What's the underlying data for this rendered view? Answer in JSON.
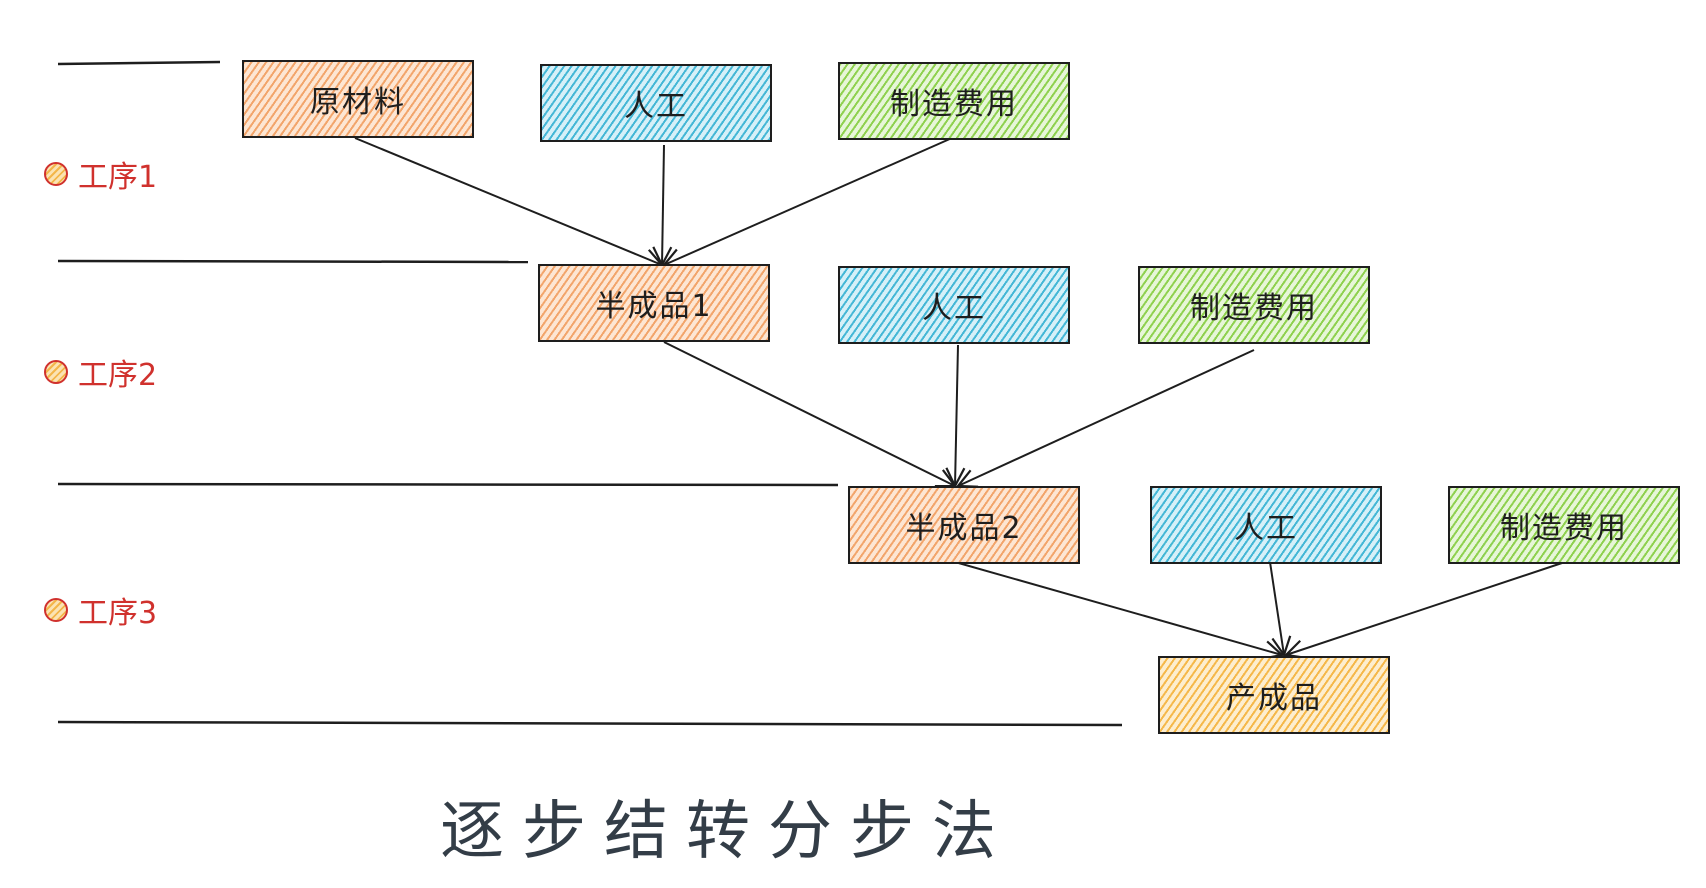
{
  "steps": [
    "工序1",
    "工序2",
    "工序3"
  ],
  "row1": {
    "material": "原材料",
    "labor": "人工",
    "overhead": "制造费用"
  },
  "row2": {
    "semi": "半成品1",
    "labor": "人工",
    "overhead": "制造费用"
  },
  "row3": {
    "semi": "半成品2",
    "labor": "人工",
    "overhead": "制造费用"
  },
  "product": "产成品",
  "title": "逐步结转分步法",
  "colors": {
    "orange": "#f2a56b",
    "blue": "#45b7d6",
    "green": "#8fd14f",
    "yellow": "#f5b84a",
    "step_text": "#d0312d"
  }
}
